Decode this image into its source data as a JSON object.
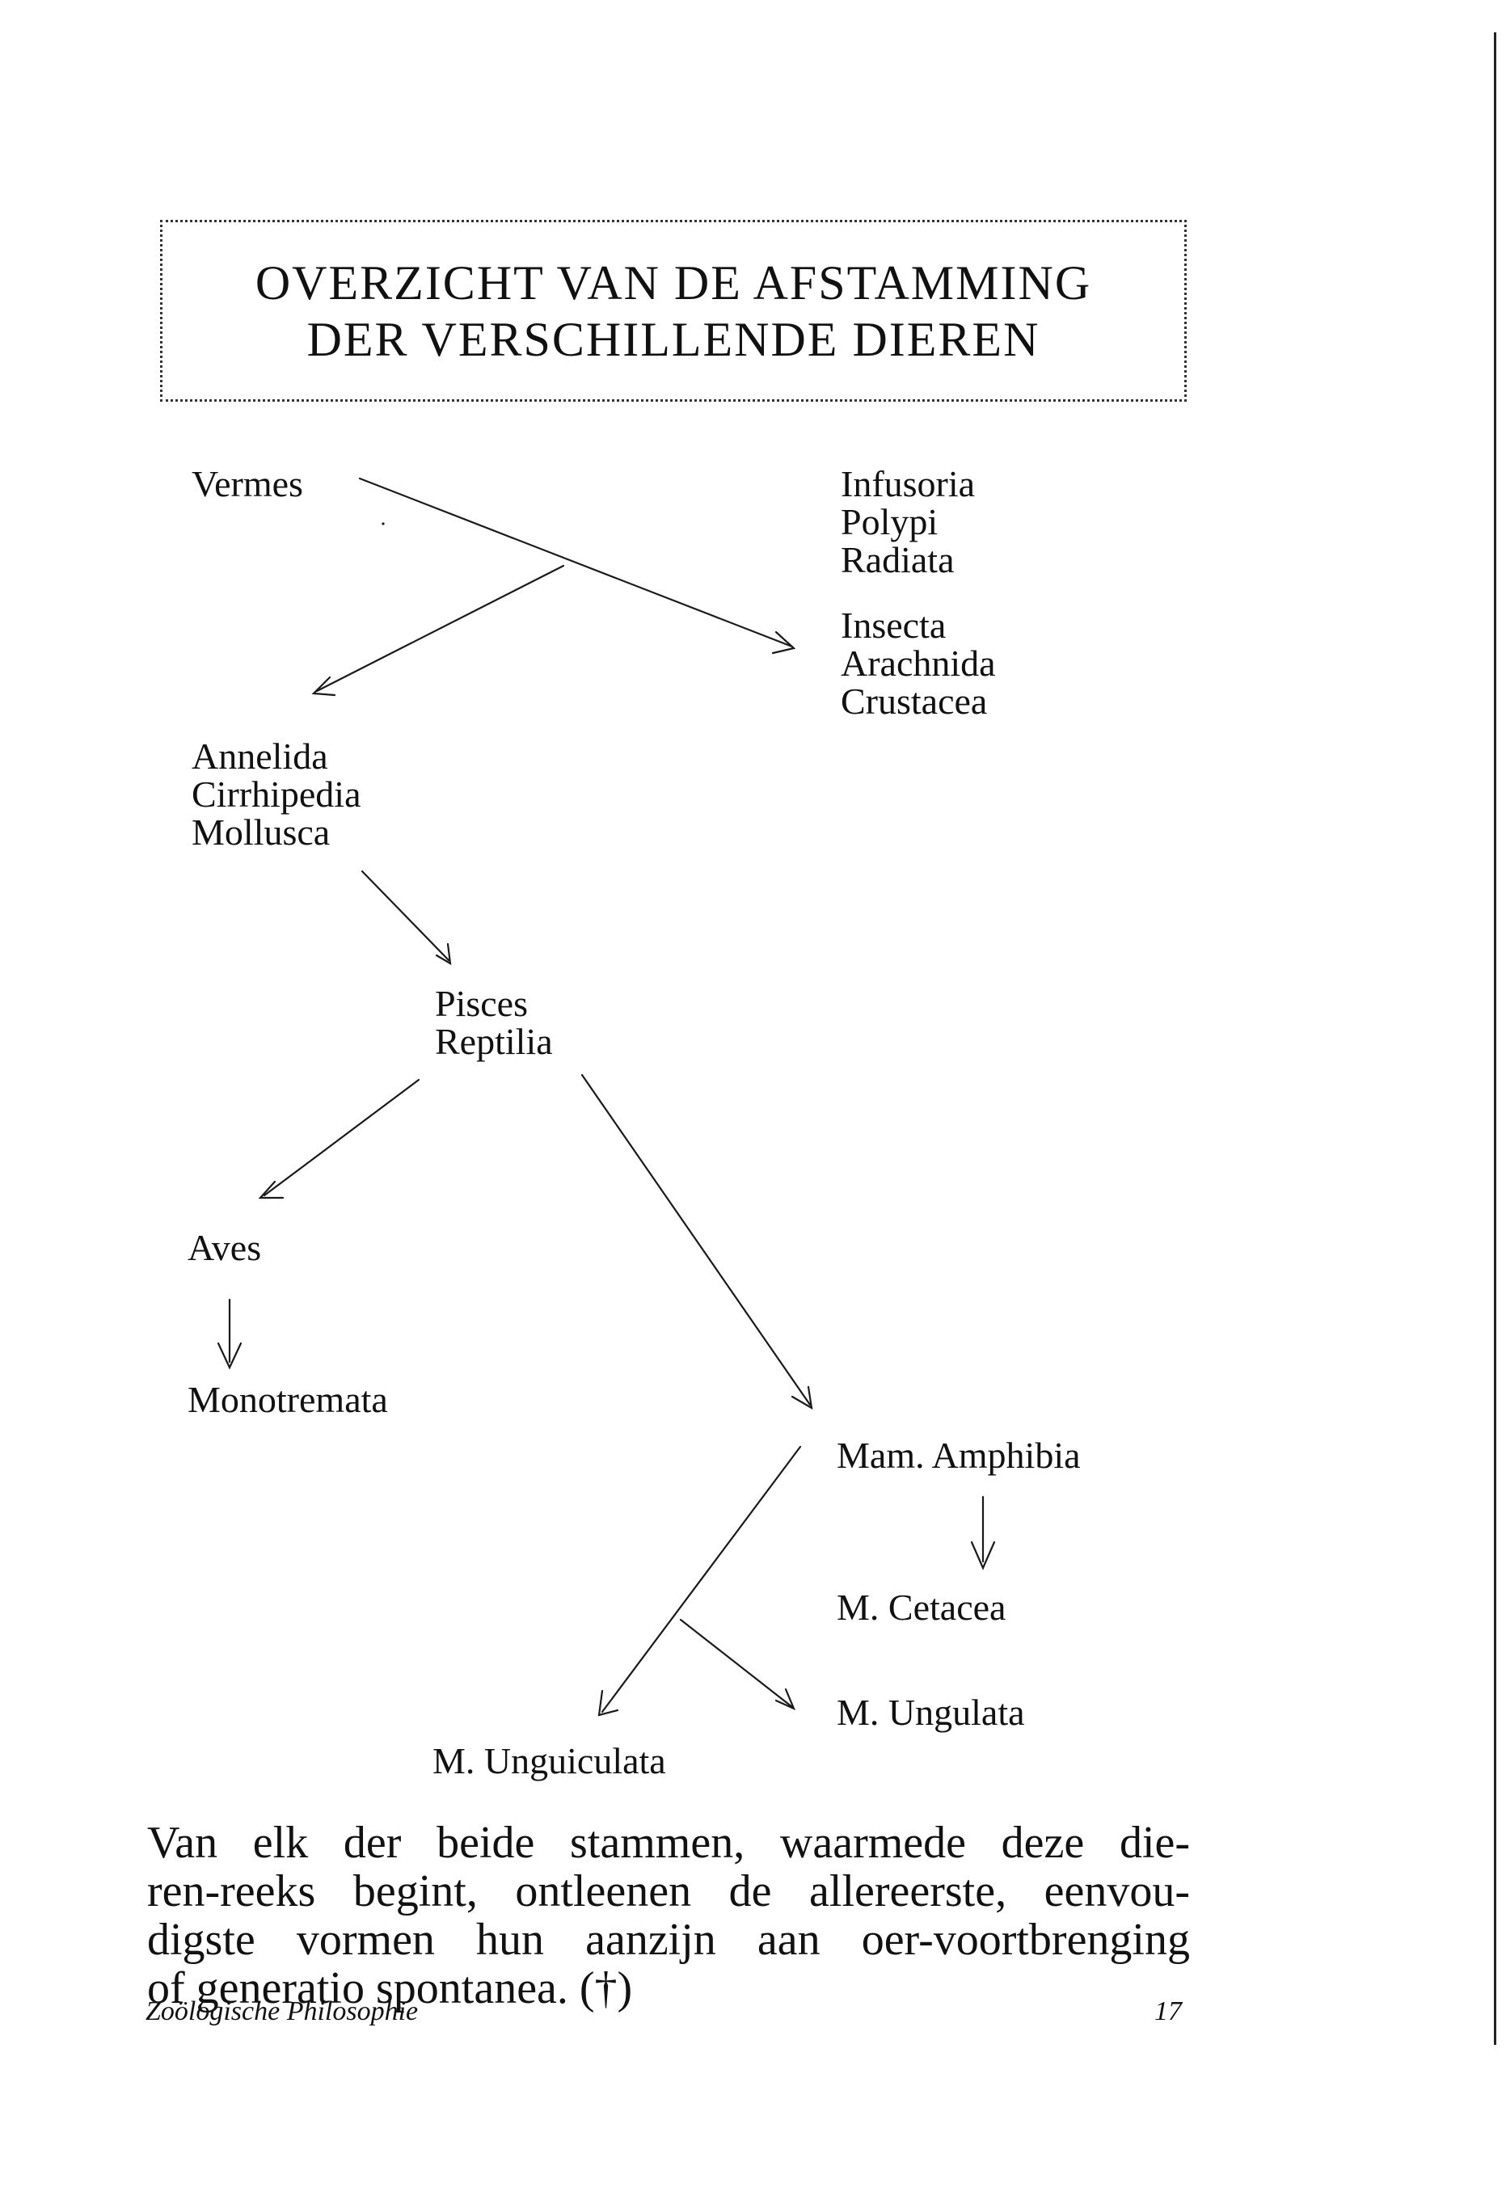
{
  "title": {
    "line1": "OVERZICHT VAN DE AFSTAMMING",
    "line2": "DER VERSCHILLENDE DIEREN"
  },
  "diagram": {
    "groups": [
      {
        "id": "vermes",
        "lines": [
          "Vermes"
        ]
      },
      {
        "id": "infusoria-group",
        "lines": [
          "Infusoria",
          "Polypi",
          "Radiata"
        ]
      },
      {
        "id": "insecta-group",
        "lines": [
          "Insecta",
          "Arachnida",
          "Crustacea"
        ]
      },
      {
        "id": "annelida-group",
        "lines": [
          "Annelida",
          "Cirrhipedia",
          "Mollusca"
        ]
      },
      {
        "id": "pisces-group",
        "lines": [
          "Pisces",
          "Reptilia"
        ]
      },
      {
        "id": "aves",
        "lines": [
          "Aves"
        ]
      },
      {
        "id": "monotremata",
        "lines": [
          "Monotremata"
        ]
      },
      {
        "id": "amphibia",
        "lines": [
          "Mam. Amphibia"
        ]
      },
      {
        "id": "cetacea",
        "lines": [
          "M. Cetacea"
        ]
      },
      {
        "id": "ungulata",
        "lines": [
          "M. Ungulata"
        ]
      },
      {
        "id": "unguiculata",
        "lines": [
          "M. Unguiculata"
        ]
      }
    ],
    "edges": [
      {
        "from": "Vermes",
        "to": "Insecta"
      },
      {
        "from": "Vermes",
        "to": "Annelida"
      },
      {
        "from": "Mollusca",
        "to": "Pisces"
      },
      {
        "from": "Reptilia",
        "to": "Aves"
      },
      {
        "from": "Reptilia",
        "to": "Mam. Amphibia"
      },
      {
        "from": "Aves",
        "to": "Monotremata"
      },
      {
        "from": "Mam. Amphibia",
        "to": "M. Cetacea"
      },
      {
        "from": "Mam. Amphibia",
        "to": "M. Unguiculata"
      },
      {
        "from": "Mam. Amphibia",
        "to": "M. Ungulata"
      }
    ]
  },
  "body": {
    "lines": [
      "Van elk der beide stammen, waarmede deze die-",
      "ren-reeks begint, ontleenen de allereerste, eenvou-",
      "digste vormen hun aanzijn aan oer-voortbrenging",
      "of generatio spontanea. (†)"
    ]
  },
  "footer": {
    "left": "Zoölogische Philosophie",
    "right": "17"
  }
}
